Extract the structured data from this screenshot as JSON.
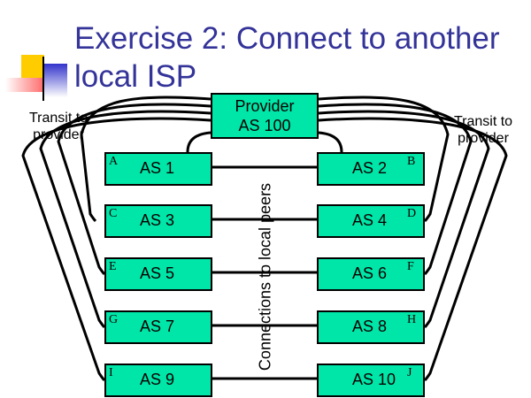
{
  "slide": {
    "title_line1": "Exercise 2: Connect to another",
    "title_line2": "local ISP"
  },
  "colors": {
    "title": "#333399",
    "box_fill": "#00e6a8",
    "logo_yellow": "#ffcc00",
    "logo_red": "#ff3333",
    "logo_blue": "#3333cc"
  },
  "provider": {
    "line1": "Provider",
    "line2": "AS 100"
  },
  "notes": {
    "transit_left_1": "Transit to",
    "transit_left_2": "provider",
    "transit_right_1": "Transit to",
    "transit_right_2": "provider",
    "peers": "Connections to local peers"
  },
  "rows": [
    {
      "left": {
        "letter": "A",
        "label": "AS 1"
      },
      "right": {
        "letter": "B",
        "label": "AS 2"
      }
    },
    {
      "left": {
        "letter": "C",
        "label": "AS 3"
      },
      "right": {
        "letter": "D",
        "label": "AS 4"
      }
    },
    {
      "left": {
        "letter": "E",
        "label": "AS 5"
      },
      "right": {
        "letter": "F",
        "label": "AS 6"
      }
    },
    {
      "left": {
        "letter": "G",
        "label": "AS 7"
      },
      "right": {
        "letter": "H",
        "label": "AS 8"
      }
    },
    {
      "left": {
        "letter": "I",
        "label": "AS 9"
      },
      "right": {
        "letter": "J",
        "label": "AS 10"
      }
    }
  ]
}
